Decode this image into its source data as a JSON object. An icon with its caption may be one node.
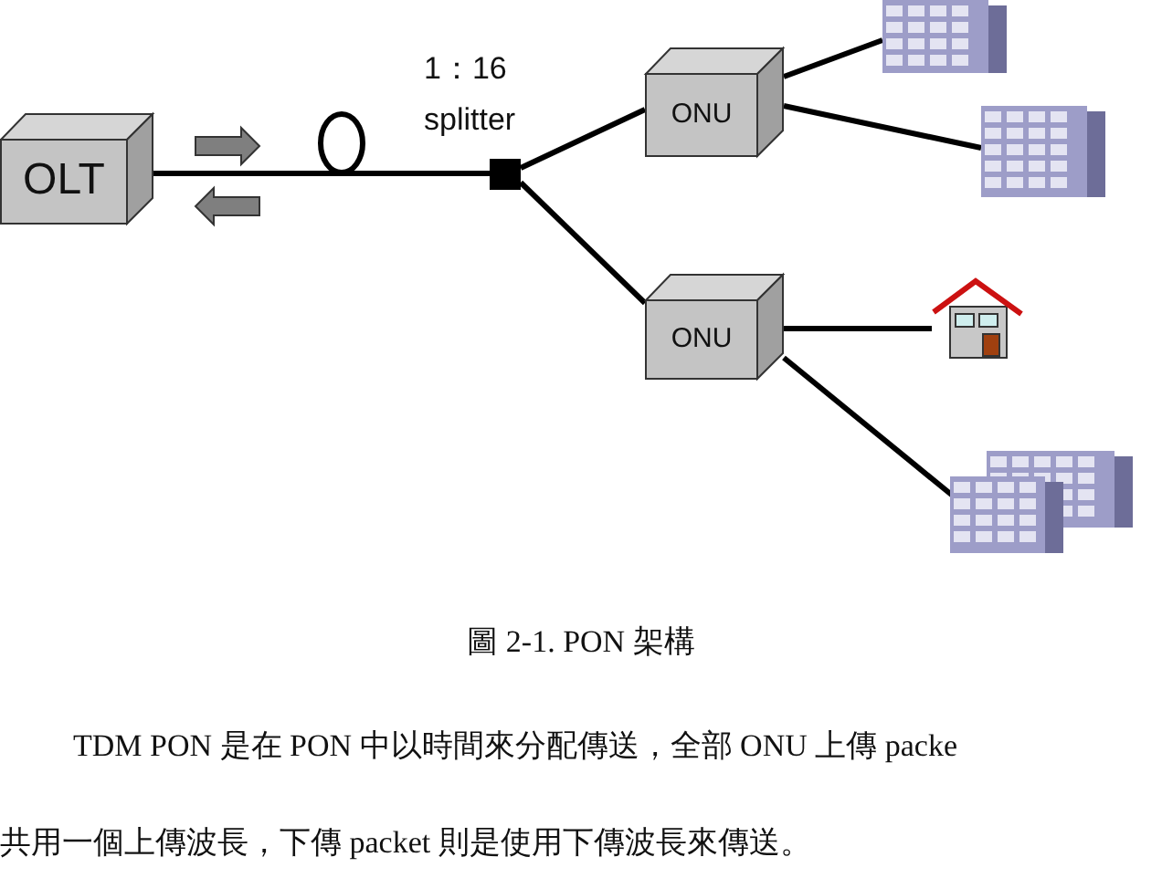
{
  "diagram": {
    "caption": "圖 2-1. PON 架構",
    "nodes": [
      {
        "text": [
          "OLT"
        ]
      },
      {
        "text": [],
        "shape": "circle"
      },
      {
        "text": [],
        "shape": "box",
        "beside": [
          "1：16 splitter"
        ]
      },
      {
        "text": [
          "ONU"
        ]
      },
      {
        "text": [
          "ONU"
        ]
      },
      {
        "text": [],
        "shape": "building"
      },
      {
        "text": [],
        "shape": "building"
      },
      {
        "text": [],
        "shape": "house"
      },
      {
        "text": [],
        "shape": "building"
      }
    ],
    "edges": [
      {
        "from": 0,
        "to": 1,
        "arrow": "none"
      },
      {
        "from": 1,
        "to": 2,
        "arrow": "none"
      },
      {
        "from": 2,
        "to": 3,
        "arrow": "none"
      },
      {
        "from": 2,
        "to": 4,
        "arrow": "none"
      },
      {
        "from": 3,
        "to": 5,
        "arrow": "none"
      },
      {
        "from": 3,
        "to": 6,
        "arrow": "none"
      },
      {
        "from": 4,
        "to": 7,
        "arrow": "none"
      },
      {
        "from": 4,
        "to": 8,
        "arrow": "none"
      }
    ],
    "labels": [
      "TDM PON 是在 PON 中以時間來分配傳送，全部 ONU 上傳 packe",
      "共用一個上傳波長，下傳 packet 則是使用下傳波長來傳送。"
    ]
  }
}
